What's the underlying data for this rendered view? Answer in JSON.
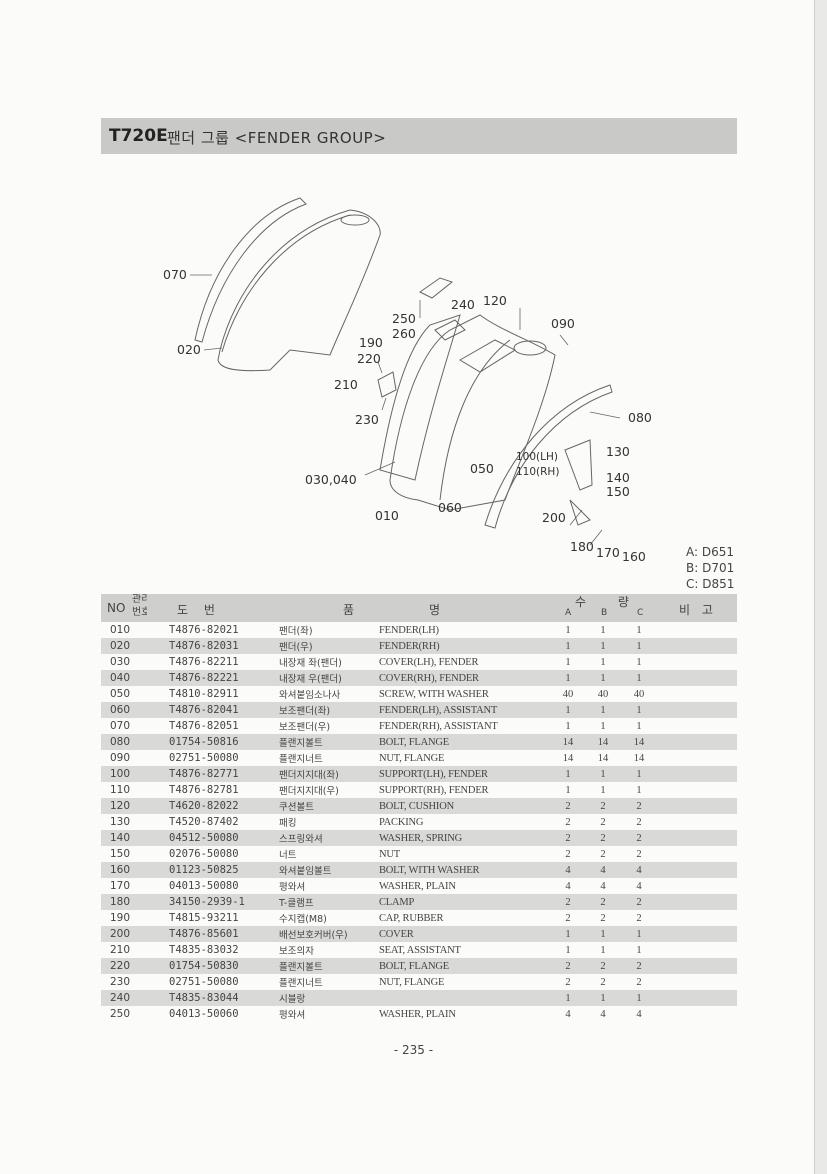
{
  "title": {
    "model": "T720E",
    "name": "팬더 그룹 <FENDER GROUP>"
  },
  "callouts": [
    "070",
    "020",
    "250",
    "240",
    "120",
    "260",
    "090",
    "190",
    "220",
    "210",
    "230",
    "080",
    "130",
    "030,040",
    "050",
    "100(LH)",
    "110(RH)",
    "140",
    "150",
    "010",
    "060",
    "200",
    "180",
    "170",
    "160"
  ],
  "legend": [
    "A: D651",
    "B: D701",
    "C: D851"
  ],
  "table": {
    "headers": {
      "no": "NO",
      "ref": "관리",
      "ref2": "번호",
      "part": "도 번",
      "name_kr": "품",
      "name_en": "명",
      "qty": "수 량",
      "a": "A",
      "b": "B",
      "c": "C",
      "remark": "비 고"
    },
    "rows": [
      {
        "no": "010",
        "part": "T4876-82021",
        "kr": "팬더(좌)",
        "en": "FENDER(LH)",
        "a": "1",
        "b": "1",
        "c": "1"
      },
      {
        "no": "020",
        "part": "T4876-82031",
        "kr": "팬더(우)",
        "en": "FENDER(RH)",
        "a": "1",
        "b": "1",
        "c": "1"
      },
      {
        "no": "030",
        "part": "T4876-82211",
        "kr": "내장재 좌(팬더)",
        "en": "COVER(LH), FENDER",
        "a": "1",
        "b": "1",
        "c": "1"
      },
      {
        "no": "040",
        "part": "T4876-82221",
        "kr": "내장재 우(팬더)",
        "en": "COVER(RH), FENDER",
        "a": "1",
        "b": "1",
        "c": "1"
      },
      {
        "no": "050",
        "part": "T4810-82911",
        "kr": "와셔붙임소나사",
        "en": "SCREW, WITH WASHER",
        "a": "40",
        "b": "40",
        "c": "40"
      },
      {
        "no": "060",
        "part": "T4876-82041",
        "kr": "보조팬더(좌)",
        "en": "FENDER(LH), ASSISTANT",
        "a": "1",
        "b": "1",
        "c": "1"
      },
      {
        "no": "070",
        "part": "T4876-82051",
        "kr": "보조팬더(우)",
        "en": "FENDER(RH), ASSISTANT",
        "a": "1",
        "b": "1",
        "c": "1"
      },
      {
        "no": "080",
        "part": "01754-50816",
        "kr": "플랜지볼트",
        "en": "BOLT, FLANGE",
        "a": "14",
        "b": "14",
        "c": "14"
      },
      {
        "no": "090",
        "part": "02751-50080",
        "kr": "플랜지너트",
        "en": "NUT, FLANGE",
        "a": "14",
        "b": "14",
        "c": "14"
      },
      {
        "no": "100",
        "part": "T4876-82771",
        "kr": "팬더지지대(좌)",
        "en": "SUPPORT(LH), FENDER",
        "a": "1",
        "b": "1",
        "c": "1"
      },
      {
        "no": "110",
        "part": "T4876-82781",
        "kr": "팬더지지대(우)",
        "en": "SUPPORT(RH), FENDER",
        "a": "1",
        "b": "1",
        "c": "1"
      },
      {
        "no": "120",
        "part": "T4620-82022",
        "kr": "쿠션볼트",
        "en": "BOLT, CUSHION",
        "a": "2",
        "b": "2",
        "c": "2"
      },
      {
        "no": "130",
        "part": "T4520-87402",
        "kr": "패킹",
        "en": "PACKING",
        "a": "2",
        "b": "2",
        "c": "2"
      },
      {
        "no": "140",
        "part": "04512-50080",
        "kr": "스프링와셔",
        "en": "WASHER, SPRING",
        "a": "2",
        "b": "2",
        "c": "2"
      },
      {
        "no": "150",
        "part": "02076-50080",
        "kr": "너트",
        "en": "NUT",
        "a": "2",
        "b": "2",
        "c": "2"
      },
      {
        "no": "160",
        "part": "01123-50825",
        "kr": "와셔붙임볼트",
        "en": "BOLT, WITH WASHER",
        "a": "4",
        "b": "4",
        "c": "4"
      },
      {
        "no": "170",
        "part": "04013-50080",
        "kr": "평와셔",
        "en": "WASHER, PLAIN",
        "a": "4",
        "b": "4",
        "c": "4"
      },
      {
        "no": "180",
        "part": "34150-2939-1",
        "kr": "T-클램프",
        "en": "CLAMP",
        "a": "2",
        "b": "2",
        "c": "2"
      },
      {
        "no": "190",
        "part": "T4815-93211",
        "kr": "수지캡(M8)",
        "en": "CAP, RUBBER",
        "a": "2",
        "b": "2",
        "c": "2"
      },
      {
        "no": "200",
        "part": "T4876-85601",
        "kr": "배선보호커버(우)",
        "en": "COVER",
        "a": "1",
        "b": "1",
        "c": "1"
      },
      {
        "no": "210",
        "part": "T4835-83032",
        "kr": "보조의자",
        "en": "SEAT, ASSISTANT",
        "a": "1",
        "b": "1",
        "c": "1"
      },
      {
        "no": "220",
        "part": "01754-50830",
        "kr": "플랜지볼트",
        "en": "BOLT, FLANGE",
        "a": "2",
        "b": "2",
        "c": "2"
      },
      {
        "no": "230",
        "part": "02751-50080",
        "kr": "플랜지너트",
        "en": "NUT, FLANGE",
        "a": "2",
        "b": "2",
        "c": "2"
      },
      {
        "no": "240",
        "part": "T4835-83044",
        "kr": "시블랑",
        "en": "",
        "a": "1",
        "b": "1",
        "c": "1"
      },
      {
        "no": "250",
        "part": "04013-50060",
        "kr": "평와셔",
        "en": "WASHER, PLAIN",
        "a": "4",
        "b": "4",
        "c": "4"
      }
    ]
  },
  "page_number": "- 235 -"
}
